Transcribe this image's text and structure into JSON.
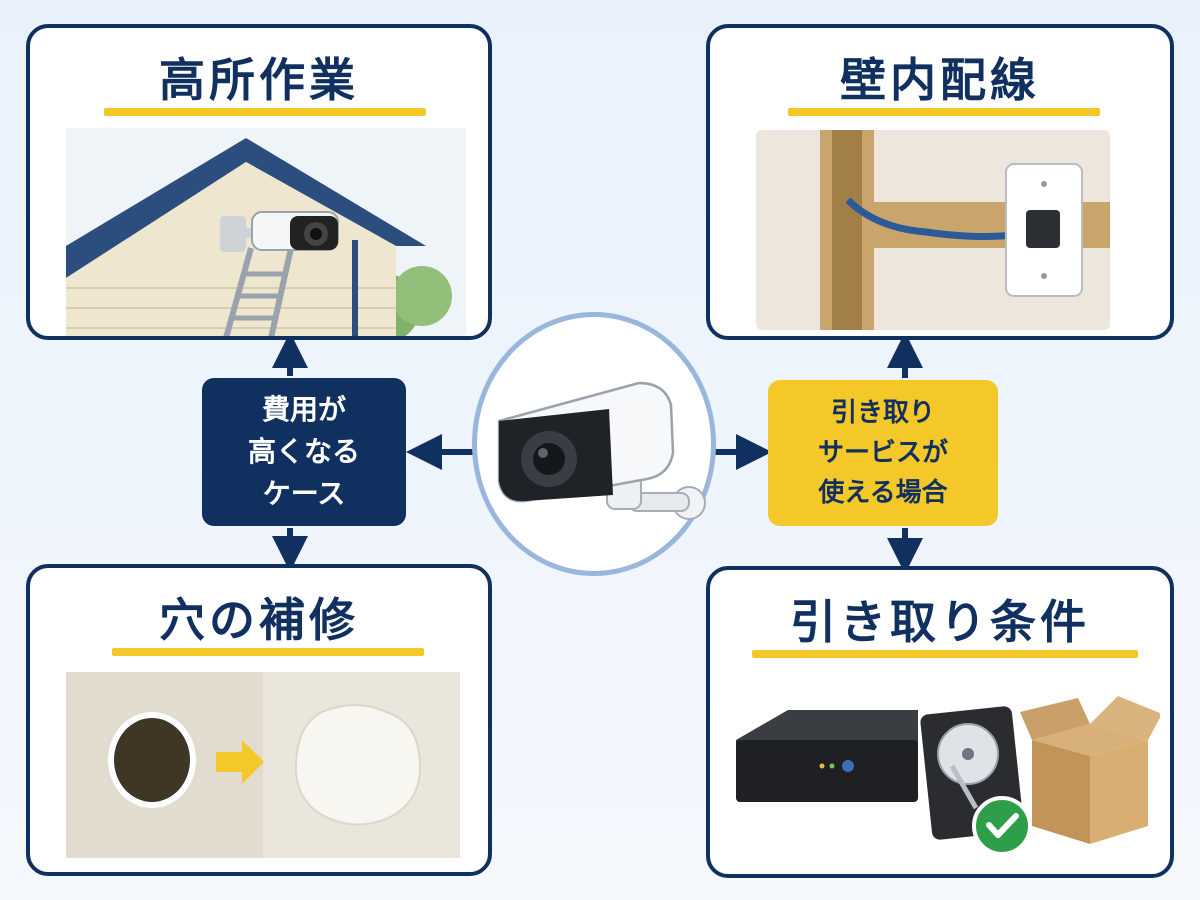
{
  "cards": {
    "top_left_title": "高所作業",
    "top_right_title": "壁内配線",
    "bottom_left_title": "穴の補修",
    "bottom_right_title": "引き取り条件"
  },
  "labels": {
    "left": [
      "費用が",
      "高くなる",
      "ケース"
    ],
    "right": [
      "引き取り",
      "サービスが",
      "使える場合"
    ]
  },
  "colors": {
    "navy": "#10305f",
    "yellow": "#f5c829",
    "check_green": "#2f9e4a"
  },
  "icons": {
    "center": "security-camera-icon",
    "arrows": "arrow-icon",
    "check": "check-icon"
  }
}
